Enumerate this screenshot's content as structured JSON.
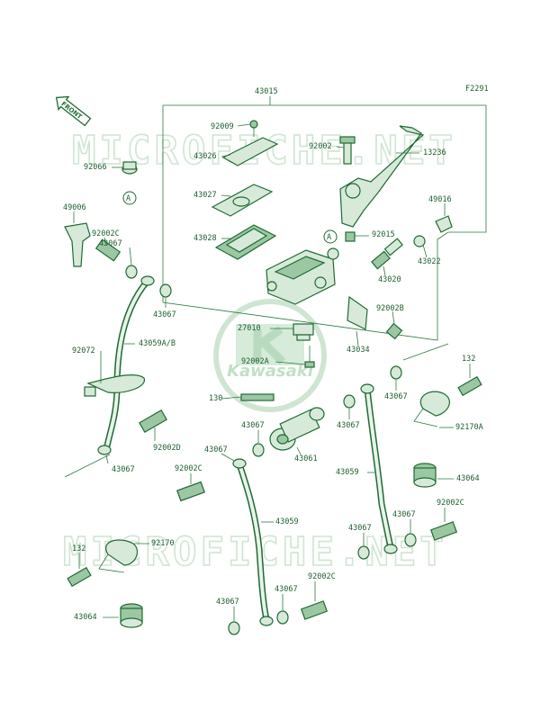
{
  "diagram": {
    "sheet_code": "F2291",
    "front_label": "FRONT",
    "watermark": "MICROFICHE.NET",
    "logo": {
      "text": "Kawasaki",
      "color": "#2e8b44"
    },
    "colors": {
      "ink": "#1f6a33",
      "fill": "#d7ead9",
      "dark_fill": "#9bc7a2"
    },
    "parts": [
      {
        "id": "p43015",
        "num": "43015"
      },
      {
        "id": "p92009",
        "num": "92009"
      },
      {
        "id": "p43026",
        "num": "43026"
      },
      {
        "id": "p43027",
        "num": "43027"
      },
      {
        "id": "p43028",
        "num": "43028"
      },
      {
        "id": "p92002",
        "num": "92002"
      },
      {
        "id": "p13236",
        "num": "13236"
      },
      {
        "id": "p49016",
        "num": "49016"
      },
      {
        "id": "p92015",
        "num": "92015"
      },
      {
        "id": "p43022",
        "num": "43022"
      },
      {
        "id": "p43020",
        "num": "43020"
      },
      {
        "id": "p92002b",
        "num": "92002B"
      },
      {
        "id": "p27010",
        "num": "27010"
      },
      {
        "id": "p92002a",
        "num": "92002A"
      },
      {
        "id": "p43034",
        "num": "43034"
      },
      {
        "id": "p92066",
        "num": "92066"
      },
      {
        "id": "p49006",
        "num": "49006"
      },
      {
        "id": "p92002c_a",
        "num": "92002C"
      },
      {
        "id": "p43067_a",
        "num": "43067"
      },
      {
        "id": "p43067_b",
        "num": "43067"
      },
      {
        "id": "p92072",
        "num": "92072"
      },
      {
        "id": "p43059ab",
        "num": "43059A/B"
      },
      {
        "id": "p132_a",
        "num": "132"
      },
      {
        "id": "p43067_c",
        "num": "43067"
      },
      {
        "id": "p130",
        "num": "130"
      },
      {
        "id": "p43067_d",
        "num": "43067"
      },
      {
        "id": "p43067_e",
        "num": "43067"
      },
      {
        "id": "p92170a",
        "num": "92170A"
      },
      {
        "id": "p92002d",
        "num": "92002D"
      },
      {
        "id": "p43067_f",
        "num": "43067"
      },
      {
        "id": "p43061",
        "num": "43061"
      },
      {
        "id": "p43067_g",
        "num": "43067"
      },
      {
        "id": "p92002c_b",
        "num": "92002C"
      },
      {
        "id": "p43059_a",
        "num": "43059"
      },
      {
        "id": "p43064_a",
        "num": "43064"
      },
      {
        "id": "p92002c_c",
        "num": "92002C"
      },
      {
        "id": "p43059_b",
        "num": "43059"
      },
      {
        "id": "p43067_h",
        "num": "43067"
      },
      {
        "id": "p43067_i",
        "num": "43067"
      },
      {
        "id": "p132_b",
        "num": "132"
      },
      {
        "id": "p92170",
        "num": "92170"
      },
      {
        "id": "p92002c_d",
        "num": "92002C"
      },
      {
        "id": "p43067_j",
        "num": "43067"
      },
      {
        "id": "p43067_k",
        "num": "43067"
      },
      {
        "id": "p43064_b",
        "num": "43064"
      }
    ],
    "callouts": [
      {
        "id": "c1",
        "letter": "A"
      },
      {
        "id": "c2",
        "letter": "A"
      }
    ]
  }
}
